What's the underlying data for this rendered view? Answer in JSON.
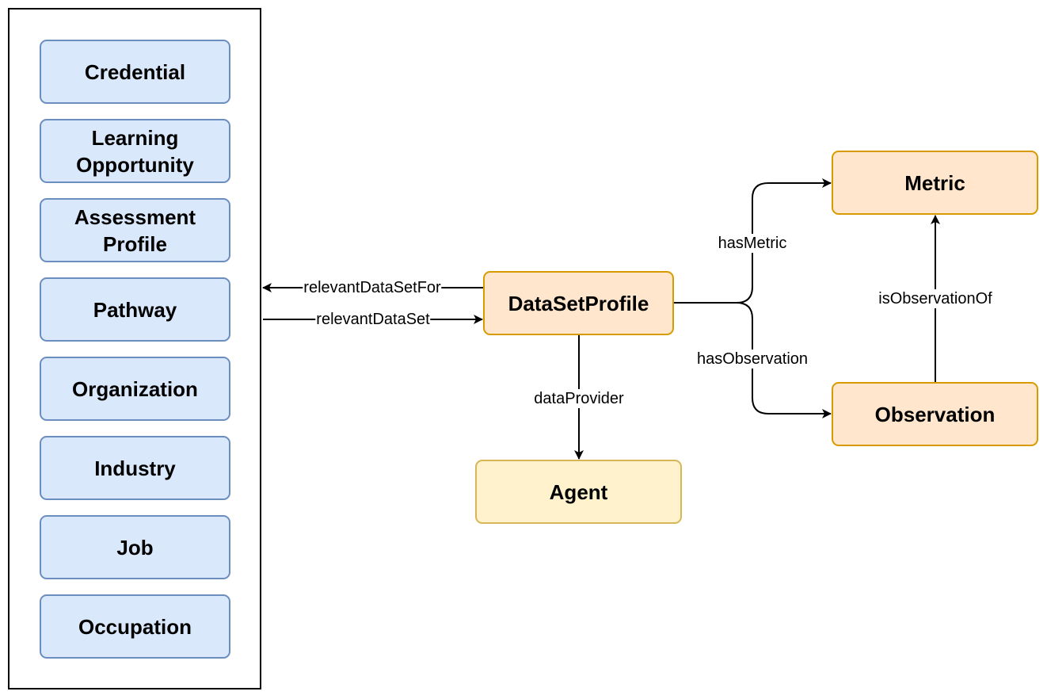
{
  "colors": {
    "entity_fill": "#dae8fc",
    "entity_stroke": "#6c8ebf",
    "core_fill": "#ffe6cc",
    "core_stroke": "#d79b00",
    "agent_fill": "#fff2cc",
    "agent_stroke": "#d6b656",
    "edge": "#000000"
  },
  "sidebar": {
    "items": [
      {
        "label": "Credential"
      },
      {
        "label": "Learning\nOpportunity"
      },
      {
        "label": "Assessment\nProfile"
      },
      {
        "label": "Pathway"
      },
      {
        "label": "Organization"
      },
      {
        "label": "Industry"
      },
      {
        "label": "Job"
      },
      {
        "label": "Occupation"
      }
    ]
  },
  "nodes": {
    "dataset_profile": "DataSetProfile",
    "agent": "Agent",
    "metric": "Metric",
    "observation": "Observation"
  },
  "edges": {
    "relevant_dataset_for": "relevantDataSetFor",
    "relevant_dataset": "relevantDataSet",
    "data_provider": "dataProvider",
    "has_metric": "hasMetric",
    "has_observation": "hasObservation",
    "is_observation_of": "isObservationOf"
  }
}
